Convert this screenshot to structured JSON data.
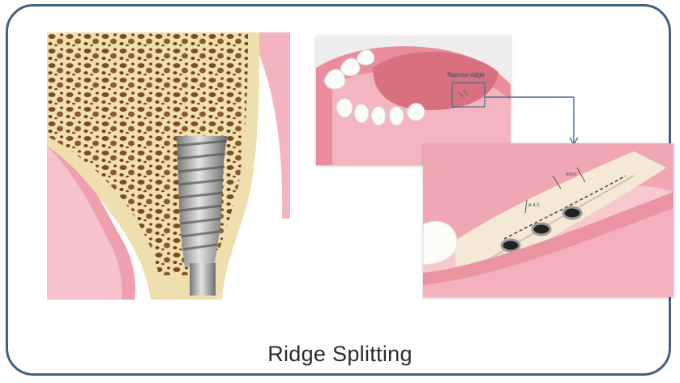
{
  "caption": "Ridge Splitting",
  "zoom_panel": {
    "label": "Narrow ridge"
  },
  "split_panel": {
    "dim_top": "4mm",
    "dim_bottom": "ø 4.5"
  },
  "colors": {
    "border": "#44617b",
    "bone": "#f0dfae",
    "gum": "#ef9fae",
    "implant": "#a8a8a8",
    "connector": "#4a6a8a"
  },
  "icons": [
    "bone-implant-illustration",
    "mandible-illustration",
    "split-ridge-illustration"
  ]
}
